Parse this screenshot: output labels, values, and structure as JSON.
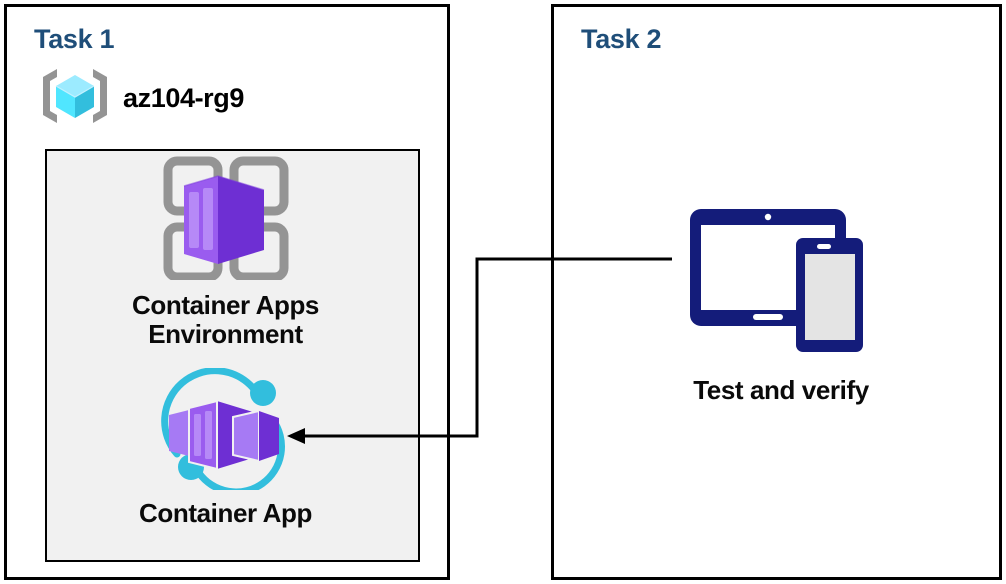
{
  "diagram": {
    "title_color": "#1F4E79",
    "background": "#ffffff",
    "panel_border_color": "#000000",
    "inner_box_fill": "#F1F1F1"
  },
  "task1": {
    "title": "Task 1",
    "resource_group": {
      "name": "az104-rg9",
      "icon": "resource-group-icon",
      "icon_colors": {
        "cube": "#50E6FF",
        "cube_dark": "#32BEDD",
        "bracket": "#949494"
      }
    },
    "nodes": [
      {
        "label": "Container Apps\nEnvironment",
        "icon": "container-apps-environment-icon",
        "icon_colors": {
          "frame": "#949494",
          "box_light": "#A67AF4",
          "box_dark": "#6E2FD3"
        }
      },
      {
        "label": "Container App",
        "icon": "container-app-icon",
        "icon_colors": {
          "ring": "#32BEDD",
          "box_light": "#A67AF4",
          "box_dark": "#6E2FD3"
        }
      }
    ]
  },
  "task2": {
    "title": "Task 2",
    "nodes": [
      {
        "label": "Test and verify",
        "icon": "devices-test-icon",
        "icon_colors": {
          "device": "#141C7A",
          "screen": "#FFFFFF",
          "phone_screen": "#E4E4E4"
        }
      }
    ]
  },
  "connector": {
    "name": "test-to-container-app-arrow",
    "from": "Test and verify",
    "to": "Container App",
    "color": "#000000",
    "arrow_direction": "left"
  }
}
